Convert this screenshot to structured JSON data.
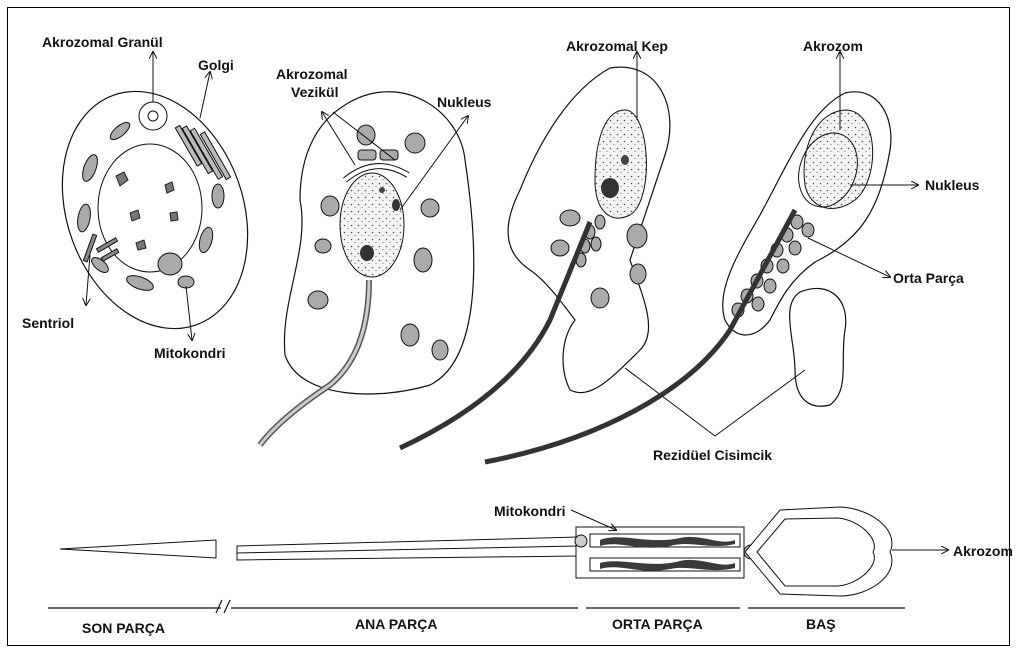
{
  "labels": {
    "akrozomal_granul": "Akrozomal Granül",
    "golgi": "Golgi",
    "sentriol": "Sentriol",
    "mitokondri_1": "Mitokondri",
    "akrozomal_vezikul_1": "Akrozomal",
    "akrozomal_vezikul_2": "Vezikül",
    "nukleus_1": "Nukleus",
    "akrozomal_kep": "Akrozomal Kep",
    "akrozom_1": "Akrozom",
    "nukleus_2": "Nukleus",
    "orta_parca": "Orta Parça",
    "reziduel_cisimcik": "Rezidüel Cisimcik",
    "mitokondri_2": "Mitokondri",
    "akrozom_2": "Akrozom"
  },
  "segments": {
    "son_parca": "SON PARÇA",
    "ana_parca": "ANA PARÇA",
    "orta_parca": "ORTA PARÇA",
    "bas": "BAŞ"
  },
  "colors": {
    "outline": "#111111",
    "organelle_fill": "#aaaaaa",
    "dark_fill": "#3a3a3a"
  }
}
